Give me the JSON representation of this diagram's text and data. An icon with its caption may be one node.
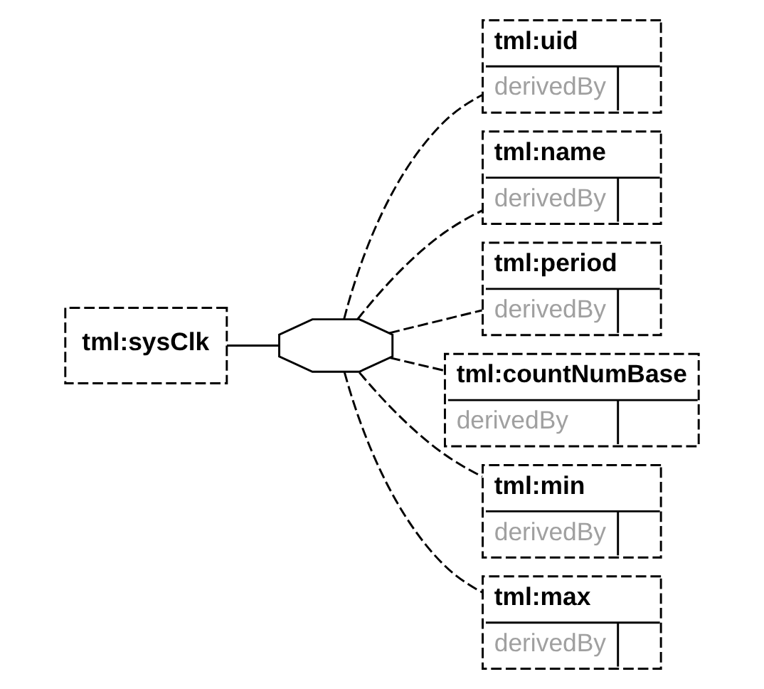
{
  "diagram": {
    "nodes": [
      {
        "text": [
          "tml:sysClk"
        ]
      },
      {
        "text": [],
        "shape": "octagon"
      },
      {
        "text": [
          "tml:uid",
          "derivedBy"
        ]
      },
      {
        "text": [
          "tml:name",
          "derivedBy"
        ]
      },
      {
        "text": [
          "tml:period",
          "derivedBy"
        ]
      },
      {
        "text": [
          "tml:countNumBase",
          "derivedBy"
        ]
      },
      {
        "text": [
          "tml:min",
          "derivedBy"
        ]
      },
      {
        "text": [
          "tml:max",
          "derivedBy"
        ]
      }
    ],
    "edges": [
      {
        "from": 0,
        "to": 1,
        "arrow": "none"
      },
      {
        "from": 1,
        "to": 2,
        "arrow": "none",
        "style": "dashed"
      },
      {
        "from": 1,
        "to": 3,
        "arrow": "none",
        "style": "dashed"
      },
      {
        "from": 1,
        "to": 4,
        "arrow": "none",
        "style": "dashed"
      },
      {
        "from": 1,
        "to": 5,
        "arrow": "none",
        "style": "dashed"
      },
      {
        "from": 1,
        "to": 6,
        "arrow": "none",
        "style": "dashed"
      },
      {
        "from": 1,
        "to": 7,
        "arrow": "none",
        "style": "dashed"
      }
    ]
  }
}
